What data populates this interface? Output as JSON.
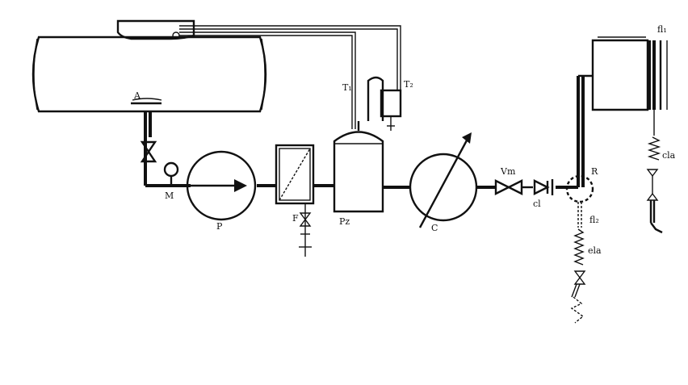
{
  "colors": {
    "ink": "#111111",
    "background": "#ffffff"
  },
  "labels": {
    "A": "A",
    "T1": "T₁",
    "T2": "T₂",
    "M": "M",
    "P": "P",
    "F": "F",
    "Pz": "Pz",
    "C": "C",
    "Vm": "Vm",
    "cl": "cl",
    "R": "R",
    "fl2": "fl₂",
    "fl1": "fl₁",
    "cla": "cla",
    "ela": "ela"
  }
}
